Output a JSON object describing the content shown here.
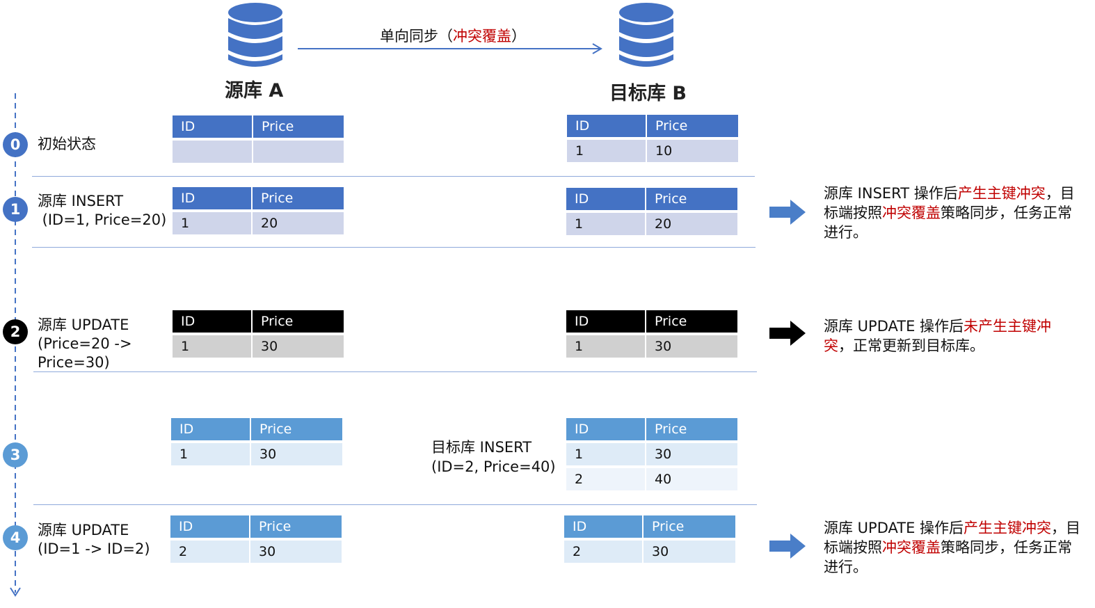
{
  "source_db_label": "源库 A",
  "target_db_label": "目标库 B",
  "sync": {
    "label_prefix": "单向同步（",
    "label_highlight": "冲突覆盖",
    "label_suffix": "）"
  },
  "colors": {
    "header_blue": "#4472c4",
    "header_light_blue": "#5b9bd5",
    "row_blue": "#cfd5ea",
    "row_blue_alt": "#e9ebf5",
    "row_light_blue": "#deebf7",
    "row_light_blue_alt": "#eef4fb",
    "header_black": "#000000",
    "row_grey": "#d0d0d0",
    "circle_blue": "#4472c4",
    "circle_light_blue": "#5b9bd5",
    "arrow_blue": "#4a7ec8",
    "highlight_red": "#c00000",
    "timeline_blue": "#4472c4"
  },
  "steps": [
    {
      "number": "0",
      "text": "初始状态",
      "source_table": {
        "headers": [
          "ID",
          "Price"
        ],
        "rows": [
          [
            "",
            ""
          ]
        ]
      },
      "target_table": {
        "headers": [
          "ID",
          "Price"
        ],
        "rows": [
          [
            "1",
            "10"
          ]
        ]
      }
    },
    {
      "number": "1",
      "text_line1": "源库 INSERT",
      "text_line2": " (ID=1, Price=20)",
      "source_table": {
        "headers": [
          "ID",
          "Price"
        ],
        "rows": [
          [
            "1",
            "20"
          ]
        ]
      },
      "target_table": {
        "headers": [
          "ID",
          "Price"
        ],
        "rows": [
          [
            "1",
            "20"
          ]
        ]
      },
      "note": {
        "part1": "源库 INSERT 操作后",
        "part2": "产生主键冲突",
        "part3": "，目标端按照",
        "part4": "冲突覆盖",
        "part5": "策略同步，任务正常进行。"
      }
    },
    {
      "number": "2",
      "text_line1": "源库 UPDATE",
      "text_line2": "(Price=20 ->",
      "text_line3": "Price=30)",
      "source_table": {
        "headers": [
          "ID",
          "Price"
        ],
        "rows": [
          [
            "1",
            "30"
          ]
        ]
      },
      "target_table": {
        "headers": [
          "ID",
          "Price"
        ],
        "rows": [
          [
            "1",
            "30"
          ]
        ]
      },
      "note": {
        "part1": "源库 UPDATE 操作后",
        "part2": "未产生主键冲突",
        "part3": "，正常更新到目标库。"
      }
    },
    {
      "number": "3",
      "source_table": {
        "headers": [
          "ID",
          "Price"
        ],
        "rows": [
          [
            "1",
            "30"
          ]
        ]
      },
      "middle_text_line1": "目标库 INSERT",
      "middle_text_line2": "(ID=2, Price=40)",
      "target_table": {
        "headers": [
          "ID",
          "Price"
        ],
        "rows": [
          [
            "1",
            "30"
          ],
          [
            "2",
            "40"
          ]
        ]
      }
    },
    {
      "number": "4",
      "text_line1": "源库 UPDATE",
      "text_line2": "(ID=1 -> ID=2)",
      "source_table": {
        "headers": [
          "ID",
          "Price"
        ],
        "rows": [
          [
            "2",
            "30"
          ]
        ]
      },
      "target_table": {
        "headers": [
          "ID",
          "Price"
        ],
        "rows": [
          [
            "2",
            "30"
          ]
        ]
      },
      "note": {
        "part1": "源库 UPDATE 操作后",
        "part2": "产生主键冲突",
        "part3": "，目标端按照",
        "part4": "冲突覆盖",
        "part5": "策略同步，任务正常进行。"
      }
    }
  ]
}
